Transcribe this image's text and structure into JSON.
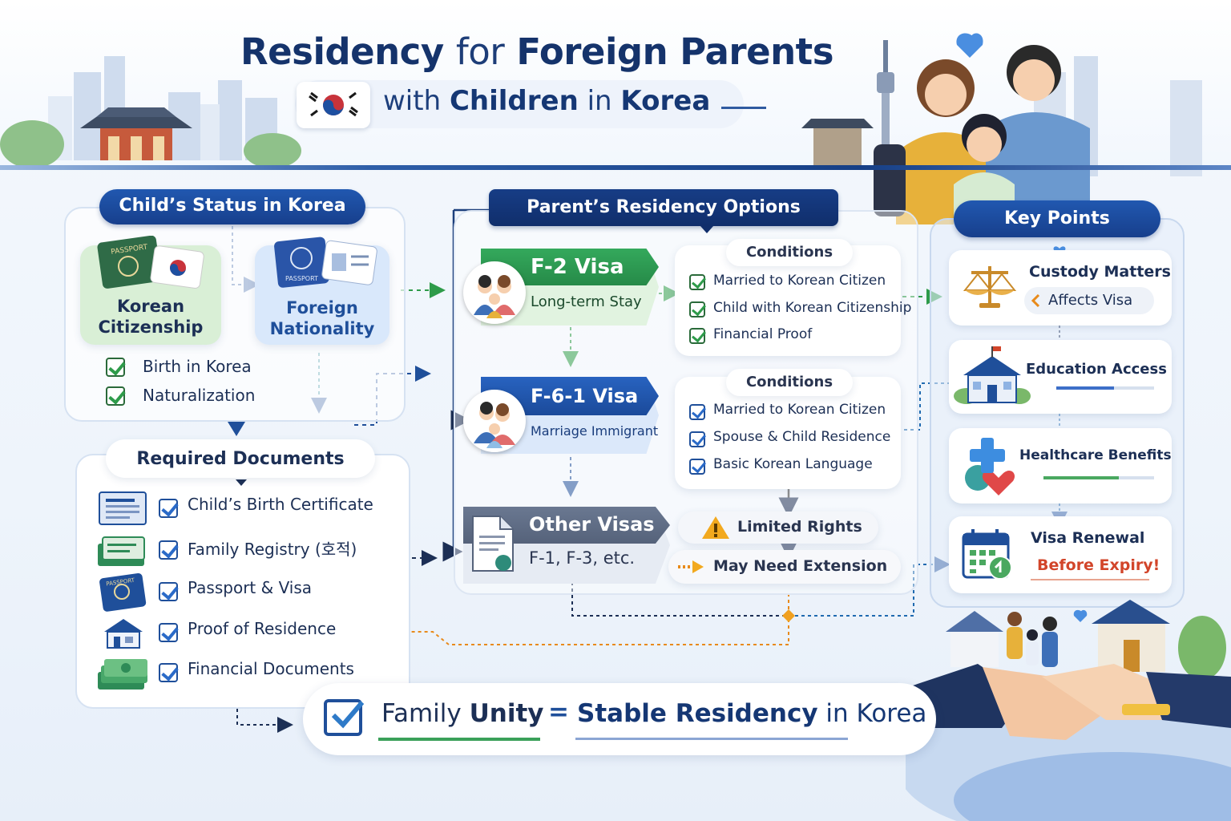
{
  "header": {
    "title_a": "Residency",
    "title_b": "for",
    "title_c": "Foreign Parents",
    "subtitle_a": "with",
    "subtitle_b": "Children",
    "subtitle_c": "in",
    "subtitle_d": "Korea"
  },
  "child_status": {
    "title": "Child’s Status in Korea",
    "korean_line1": "Korean",
    "korean_line2": "Citizenship",
    "foreign_line1": "Foreign",
    "foreign_line2": "Nationality",
    "passport_label": "PASSPORT",
    "passport2_label": "PASSPORT",
    "checks": [
      "Birth in Korea",
      "Naturalization"
    ]
  },
  "documents": {
    "title": "Required Documents",
    "items": [
      "Child’s Birth Certificate",
      "Family Registry (호적)",
      "Passport & Visa",
      "Proof of Residence",
      "Financial Documents"
    ],
    "passport_label": "PASSPORT"
  },
  "options": {
    "title": "Parent’s Residency Options",
    "f2": {
      "name": "F-2 Visa",
      "desc": "Long-term Stay"
    },
    "f61": {
      "name": "F-6-1 Visa",
      "desc": "Marriage Immigrant"
    },
    "other": {
      "name": "Other Visas",
      "desc": "F-1, F-3, etc."
    },
    "cond1": {
      "title": "Conditions",
      "items": [
        "Married to Korean Citizen",
        "Child with Korean Citizenship",
        "Financial Proof"
      ]
    },
    "cond2": {
      "title": "Conditions",
      "items": [
        "Married to Korean Citizen",
        "Spouse & Child Residence",
        "Basic Korean Language"
      ]
    },
    "limited": "Limited Rights",
    "extension": "May Need Extension"
  },
  "key_points": {
    "title": "Key Points",
    "custody": "Custody Matters",
    "affects": "Affects Visa",
    "education": "Education Access",
    "healthcare": "Healthcare Benefits",
    "renewal": "Visa Renewal",
    "expiry": "Before Expiry!"
  },
  "footer": {
    "family": "Family",
    "unity": "Unity",
    "equals": "=",
    "stable": "Stable Residency",
    "in": "in",
    "korea": "Korea"
  },
  "colors": {
    "navy": "#173f8c",
    "green": "#2e9b4a",
    "orange": "#e88a1a",
    "red": "#d2452a"
  }
}
